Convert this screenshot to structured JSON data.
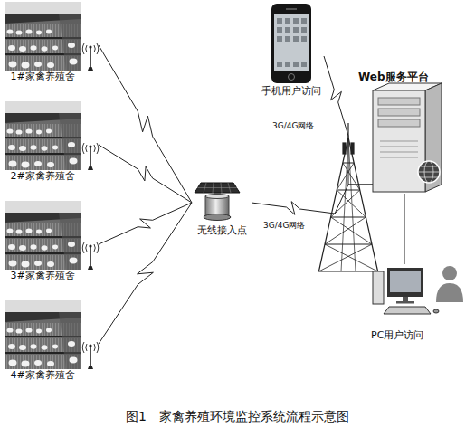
{
  "diagram": {
    "caption": "图1　家禽养殖环境监控系统流程示意图",
    "nodes": [
      {
        "text": [
          "1#家禽养殖舍"
        ]
      },
      {
        "text": [
          "2#家禽养殖舍"
        ]
      },
      {
        "text": [
          "3#家禽养殖舍"
        ]
      },
      {
        "text": [
          "4#家禽养殖舍"
        ]
      },
      {
        "text": [
          "手机用户访问"
        ]
      },
      {
        "text": [
          "Web服务平台"
        ]
      },
      {
        "text": [
          "无线接入点"
        ]
      },
      {
        "text": [
          "PC用户访问"
        ]
      }
    ],
    "edges": [
      {
        "from": 0,
        "to": 6,
        "arrow": "none"
      },
      {
        "from": 1,
        "to": 6,
        "arrow": "none"
      },
      {
        "from": 2,
        "to": 6,
        "arrow": "none"
      },
      {
        "from": 3,
        "to": 6,
        "arrow": "none"
      },
      {
        "from": 6,
        "to": 5,
        "label": "3G/4G网络",
        "arrow": "none"
      },
      {
        "from": 4,
        "to": 5,
        "label": "3G/4G网络",
        "arrow": "none"
      },
      {
        "from": 5,
        "to": 7,
        "arrow": "none"
      }
    ]
  }
}
